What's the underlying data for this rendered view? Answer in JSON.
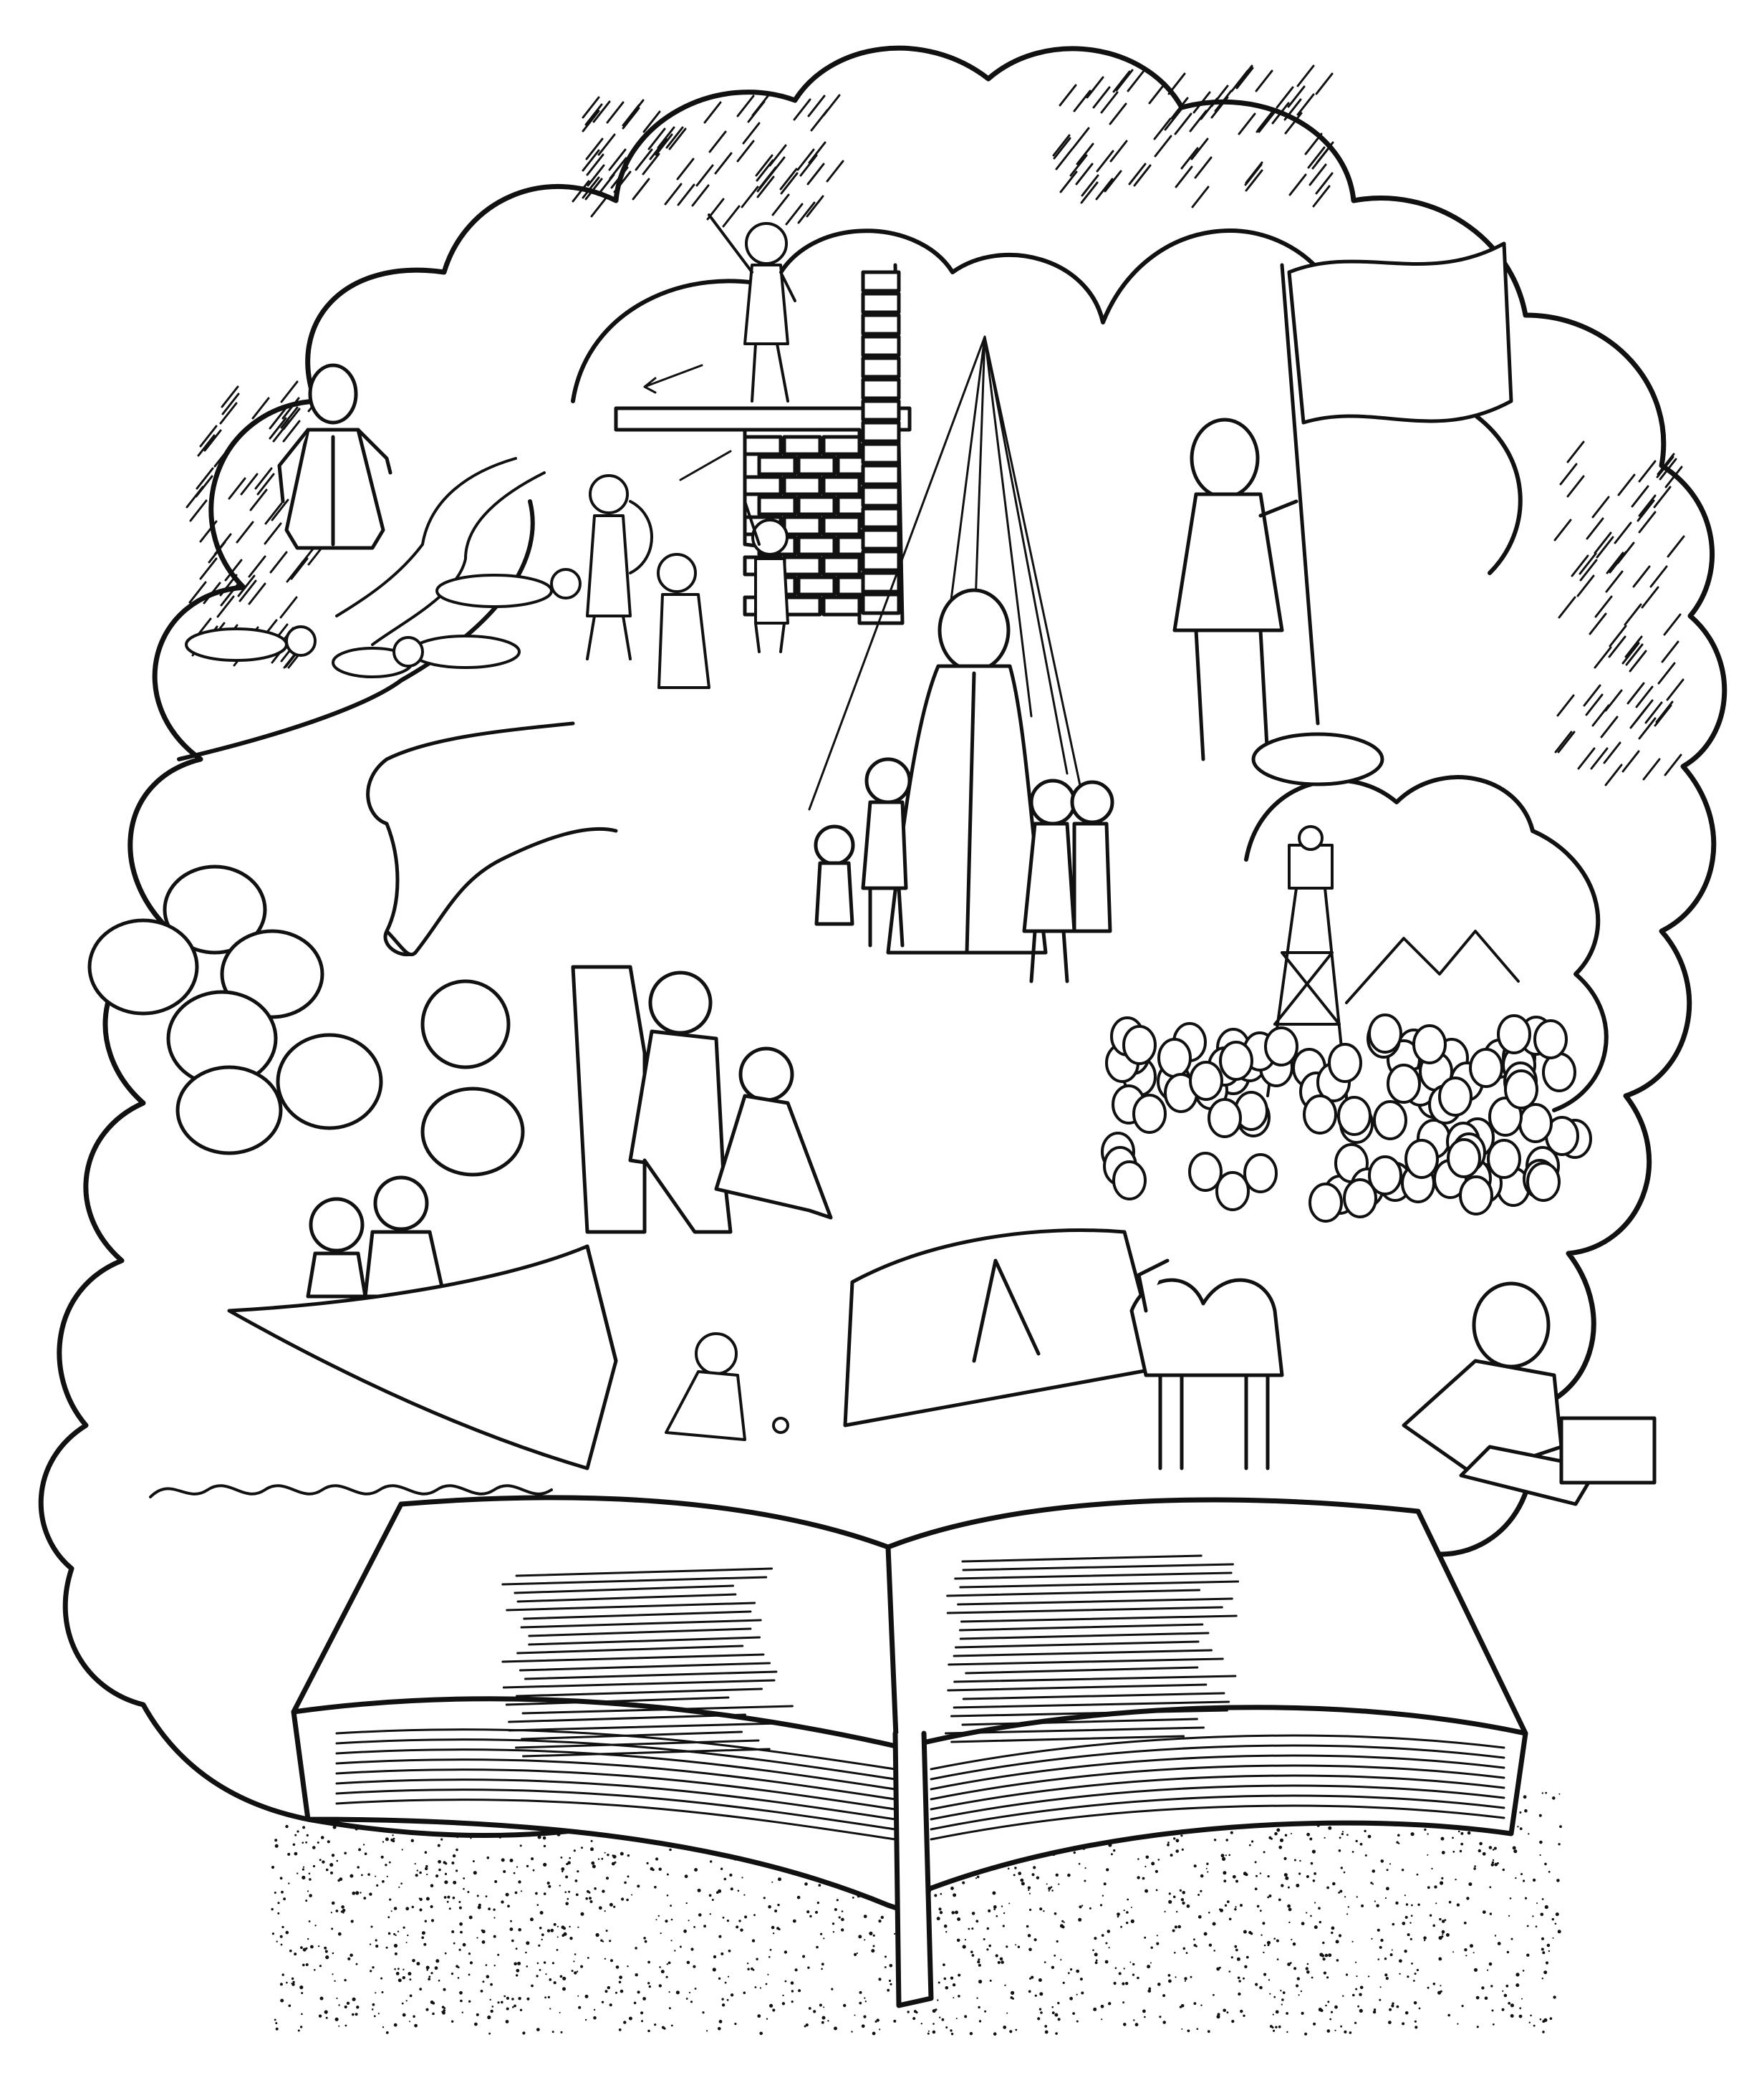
{
  "illustration": {
    "style": "black-and-white line art coloring page",
    "ink_color": "#111111",
    "paper_color": "#ffffff",
    "scenes": [
      {
        "name": "open-book",
        "icon": "book-icon"
      },
      {
        "name": "prophet-on-wall",
        "icon": "wall-icon"
      },
      {
        "name": "preacher-with-children",
        "icon": "teacher-icon"
      },
      {
        "name": "man-with-flag",
        "icon": "flag-icon"
      },
      {
        "name": "tower-and-crowd",
        "icon": "tower-icon"
      },
      {
        "name": "king-on-throne",
        "icon": "throne-icon"
      },
      {
        "name": "family-in-boat",
        "icon": "boat-icon"
      },
      {
        "name": "tent-and-camel",
        "icon": "tent-icon"
      },
      {
        "name": "man-writing",
        "icon": "writing-icon"
      },
      {
        "name": "stones-and-finger",
        "icon": "finger-icon"
      },
      {
        "name": "figures-on-ground",
        "icon": "people-icon"
      },
      {
        "name": "child-kneeling",
        "icon": "child-icon"
      }
    ]
  }
}
